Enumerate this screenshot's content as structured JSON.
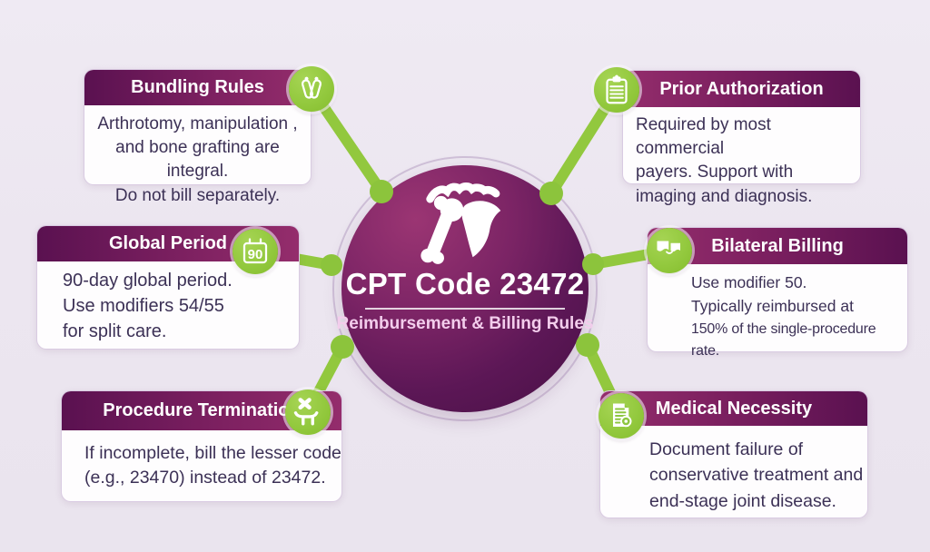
{
  "center": {
    "title": "CPT Code 23472",
    "subtitle": "Reimbursement & Billing Rules",
    "icon": "shoulder-joint-icon"
  },
  "cards": [
    {
      "id": "bundling-rules",
      "title": "Bundling Rules",
      "icon": "footprints-icon",
      "lines": [
        "Arthrotomy, manipulation ,",
        "and bone grafting are integral.",
        "Do not bill separately."
      ]
    },
    {
      "id": "prior-authorization",
      "title": "Prior Authorization",
      "icon": "clipboard-icon",
      "lines": [
        "Required by most commercial",
        "payers. Support with",
        "imaging and diagnosis."
      ]
    },
    {
      "id": "global-period",
      "title": "Global Period",
      "icon": "calendar-90-icon",
      "badge": "90",
      "lines": [
        "90-day global period.",
        "Use modifiers 54/55",
        "for split care."
      ]
    },
    {
      "id": "bilateral-billing",
      "title": "Bilateral Billing",
      "icon": "flags-icon",
      "lines": [
        "Use modifier 50.",
        "Typically reimbursed at",
        "150% of the single-procedure rate."
      ]
    },
    {
      "id": "procedure-termination",
      "title": "Procedure Termination",
      "icon": "cancelled-procedure-icon",
      "lines": [
        "If incomplete, bill the lesser code",
        "(e.g., 23470) instead of 23472."
      ]
    },
    {
      "id": "medical-necessity",
      "title": "Medical Necessity",
      "icon": "document-seal-icon",
      "lines": [
        "Document failure of",
        "conservative treatment and",
        "end-stage joint disease."
      ]
    }
  ],
  "colors": {
    "background": "#ece7f0",
    "card_border": "#d9cbe2",
    "header_gradient_dark": "#5a1150",
    "header_gradient_light": "#942d6c",
    "accent_green": "#8dc63f",
    "center_gradient_light": "#97326f",
    "center_gradient_dark": "#471044",
    "body_text": "#3c3156",
    "subtitle_pink": "#f3cdec"
  }
}
